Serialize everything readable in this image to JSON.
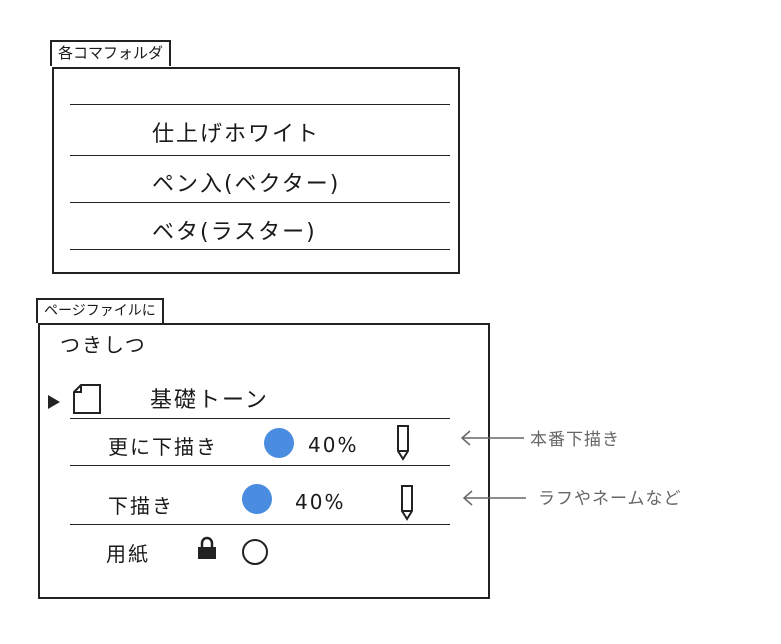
{
  "folder_panel": {
    "tab_label": "各コマフォルダ",
    "items": [
      {
        "label": "仕上げホワイト"
      },
      {
        "label": "ペン入(ベクター)"
      },
      {
        "label": "ベタ(ラスター)"
      }
    ]
  },
  "page_panel": {
    "tab_label": "ページファイルに",
    "subtitle": "つきしつ",
    "folder_row": {
      "label": "基礎トーン"
    },
    "layers": [
      {
        "label": "更に下描き",
        "opacity": "40%",
        "annotation": "本番下描き"
      },
      {
        "label": "下描き",
        "opacity": "40%",
        "annotation": "ラフやネームなど"
      }
    ],
    "paper": {
      "label": "用紙"
    }
  },
  "colors": {
    "layer_color": "#4a8de0",
    "ink": "#222222",
    "note": "#666666"
  }
}
